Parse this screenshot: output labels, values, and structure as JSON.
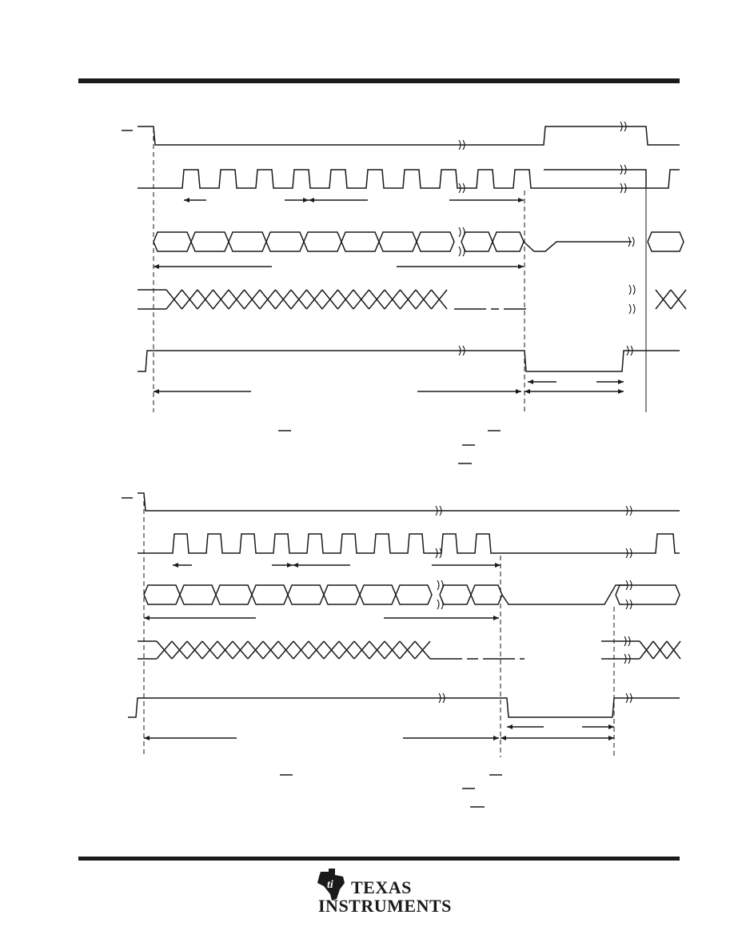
{
  "page": {
    "background": "#ffffff",
    "ink": "#1a1a1a"
  },
  "diagrams": [
    {
      "name": "timing-diagram-upper",
      "signal_rows": 5
    },
    {
      "name": "timing-diagram-lower",
      "signal_rows": 5
    }
  ],
  "footer": {
    "logo": {
      "icon": "ti-state-icon",
      "line1": "Texas",
      "line2": "Instruments"
    }
  }
}
